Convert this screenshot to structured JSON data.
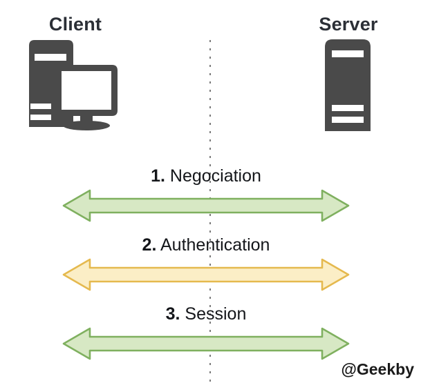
{
  "diagram": {
    "title_client": "Client",
    "title_server": "Server",
    "watermark": "@Geekby",
    "colors": {
      "icon_dark": "#4a4a4a",
      "text_dark": "#2b2f36",
      "divider": "#7a7a7a",
      "green_fill": "#d7e8c4",
      "green_stroke": "#7fb05f",
      "amber_fill": "#fbeec6",
      "amber_stroke": "#e5b94e"
    },
    "icons": {
      "client": "desktop-computer-icon",
      "server": "server-tower-icon"
    },
    "steps": [
      {
        "number": "1.",
        "name": "Negociation",
        "direction": "bidirectional",
        "color_key": "green",
        "fill": "#d7e8c4",
        "stroke": "#7fb05f"
      },
      {
        "number": "2.",
        "name": "Authentication",
        "direction": "bidirectional",
        "color_key": "amber",
        "fill": "#fbeec6",
        "stroke": "#e5b94e"
      },
      {
        "number": "3.",
        "name": "Session",
        "direction": "bidirectional",
        "color_key": "green",
        "fill": "#d7e8c4",
        "stroke": "#7fb05f"
      }
    ]
  }
}
